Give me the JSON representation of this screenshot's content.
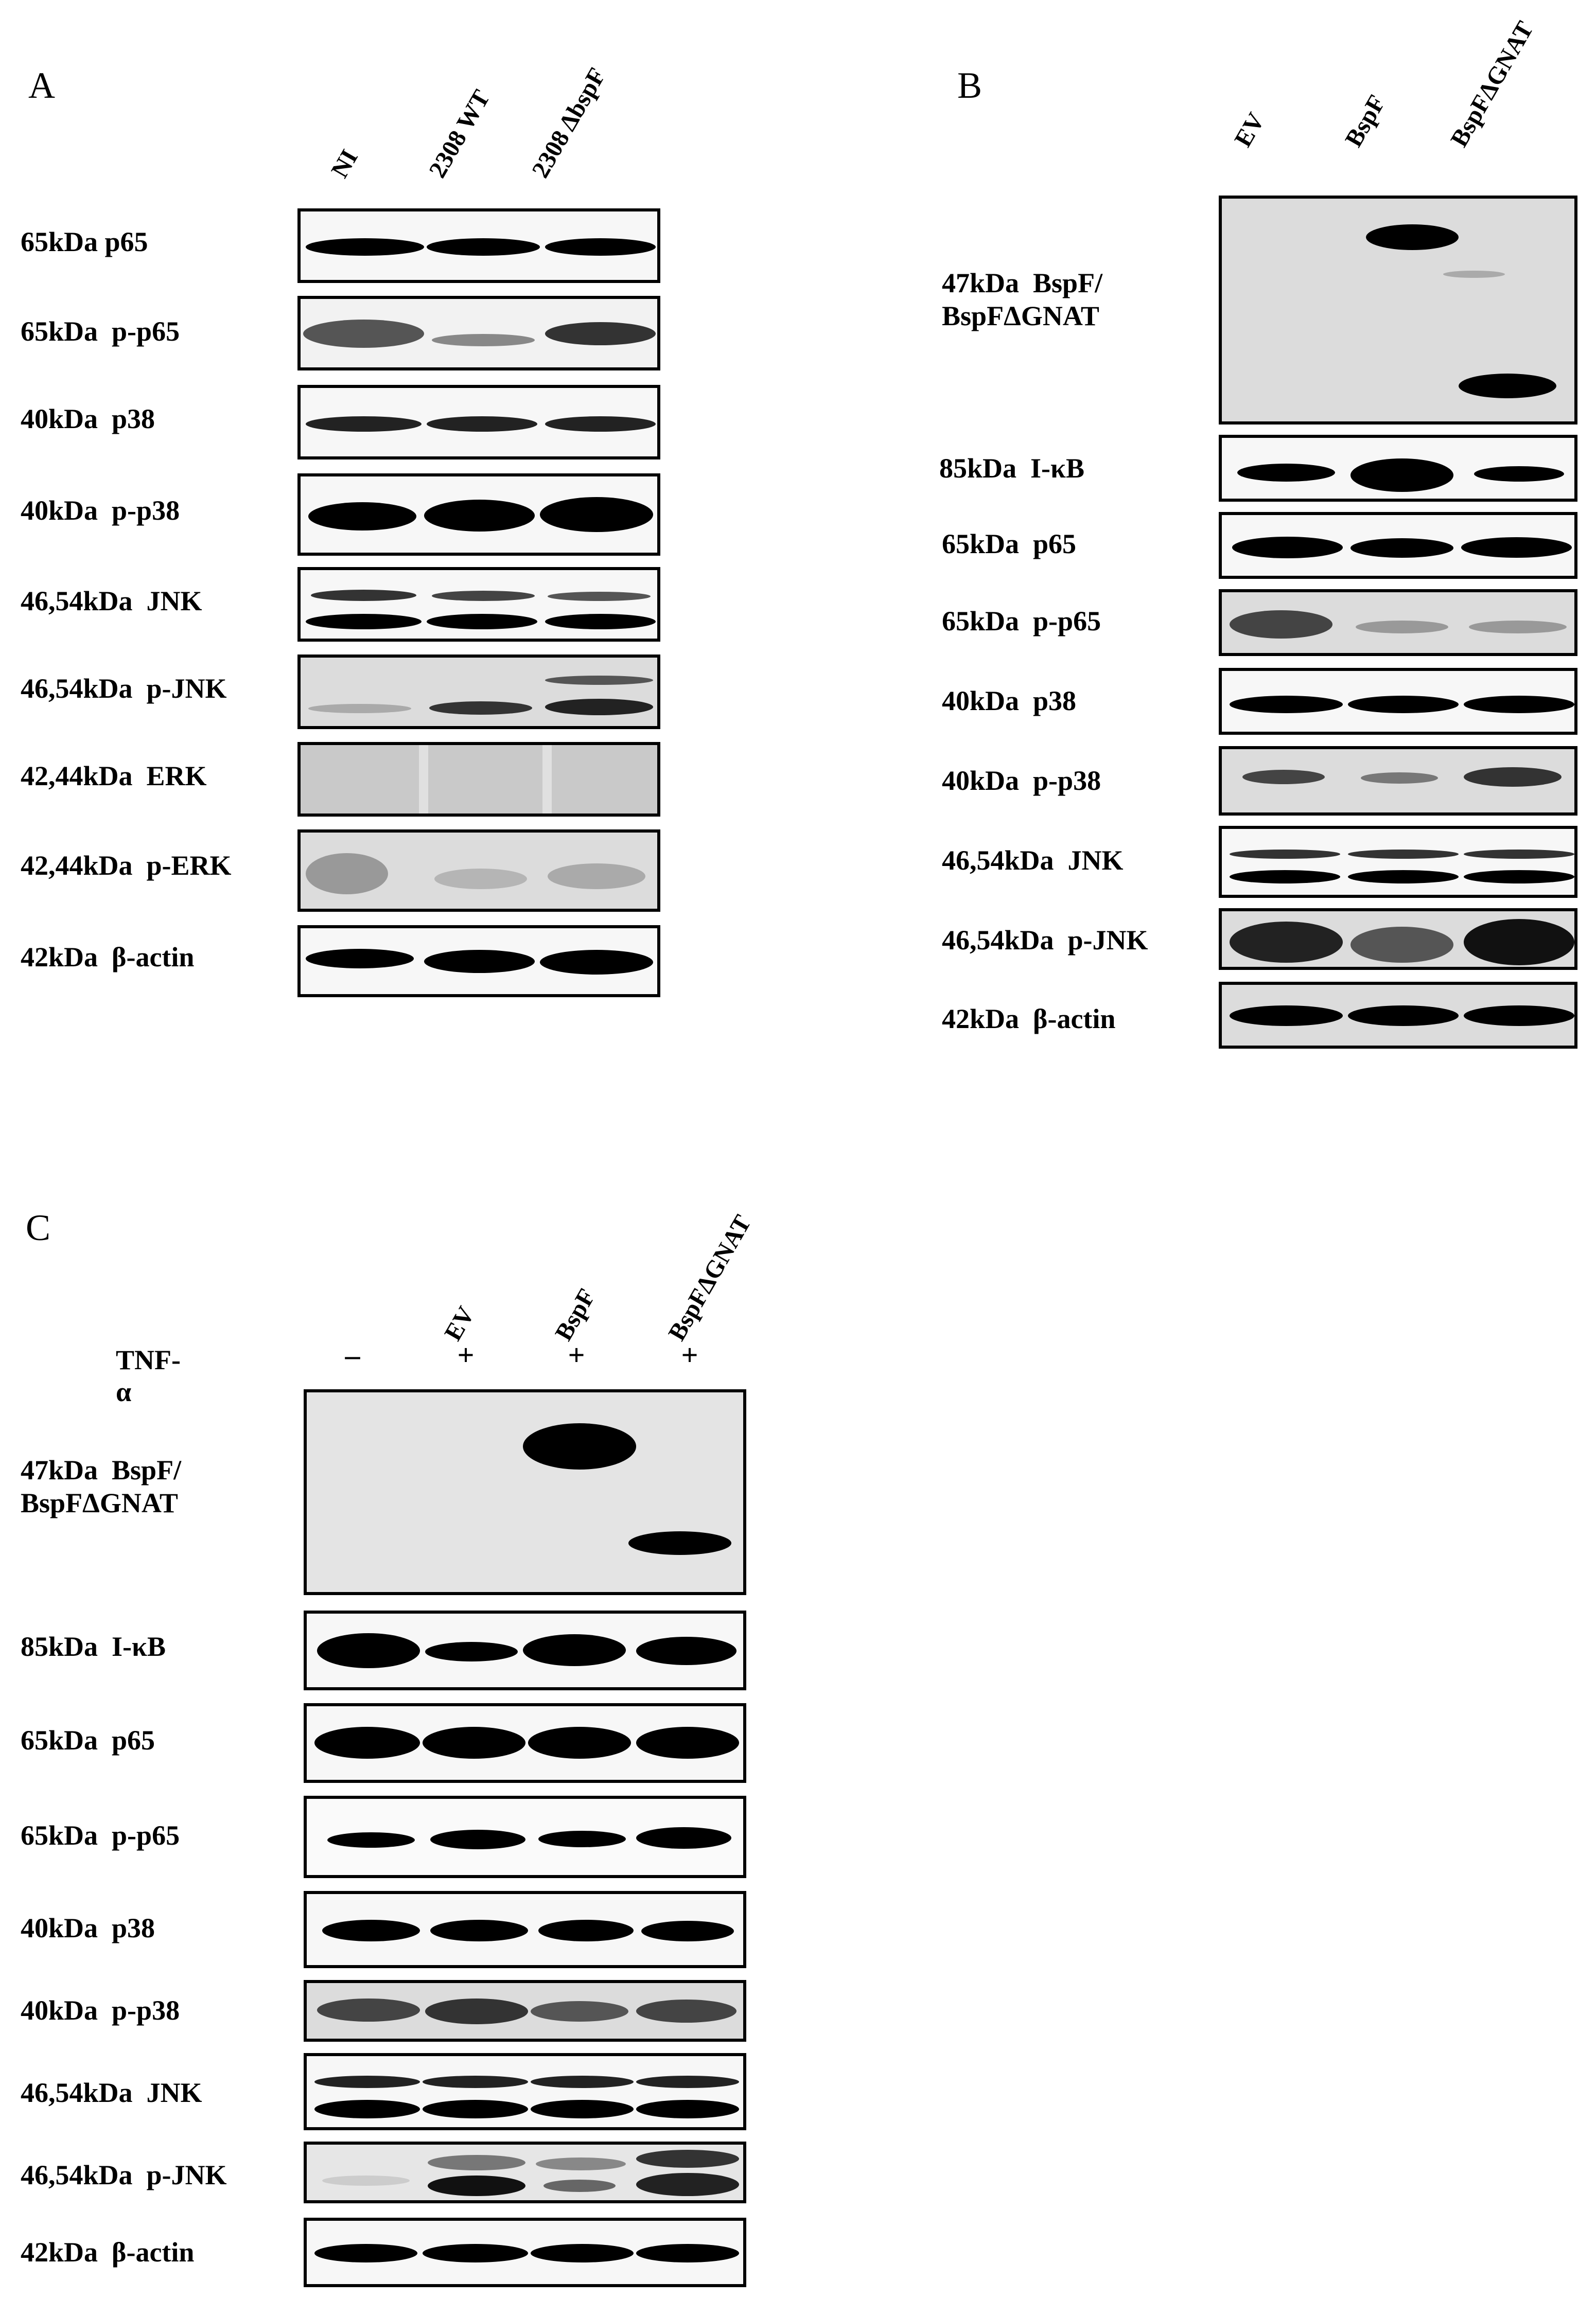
{
  "panelA": {
    "letter": "A",
    "lanes": [
      "NI",
      "2308 WT",
      "2308 ΔbspF"
    ],
    "rows": [
      {
        "label": "65kDa p65"
      },
      {
        "label": "65kDa  p-p65"
      },
      {
        "label": "40kDa  p38"
      },
      {
        "label": "40kDa  p-p38"
      },
      {
        "label": "46,54kDa  JNK"
      },
      {
        "label": "46,54kDa  p-JNK"
      },
      {
        "label": "42,44kDa  ERK"
      },
      {
        "label": "42,44kDa  p-ERK"
      },
      {
        "label": "42kDa  β-actin"
      }
    ]
  },
  "panelB": {
    "letter": "B",
    "lanes": [
      "EV",
      "BspF",
      "BspFΔGNAT"
    ],
    "rows": [
      {
        "label": "47kDa  BspF/\nBspFΔGNAT"
      },
      {
        "label": "85kDa  I-κB"
      },
      {
        "label": "65kDa  p65"
      },
      {
        "label": "65kDa  p-p65"
      },
      {
        "label": "40kDa  p38"
      },
      {
        "label": "40kDa  p-p38"
      },
      {
        "label": "46,54kDa  JNK"
      },
      {
        "label": "46,54kDa  p-JNK"
      },
      {
        "label": "42kDa  β-actin"
      }
    ]
  },
  "panelC": {
    "letter": "C",
    "lanes": [
      "EV",
      "BspF",
      "BspFΔGNAT"
    ],
    "treatment_label": "TNF-α",
    "treatment": [
      "–",
      "+",
      "+",
      "+"
    ],
    "rows": [
      {
        "label": "47kDa  BspF/\nBspFΔGNAT"
      },
      {
        "label": "85kDa  I-κB"
      },
      {
        "label": "65kDa  p65"
      },
      {
        "label": "65kDa  p-p65"
      },
      {
        "label": "40kDa  p38"
      },
      {
        "label": "40kDa  p-p38"
      },
      {
        "label": "46,54kDa  JNK"
      },
      {
        "label": "46,54kDa  p-JNK"
      },
      {
        "label": "42kDa  β-actin"
      }
    ]
  }
}
